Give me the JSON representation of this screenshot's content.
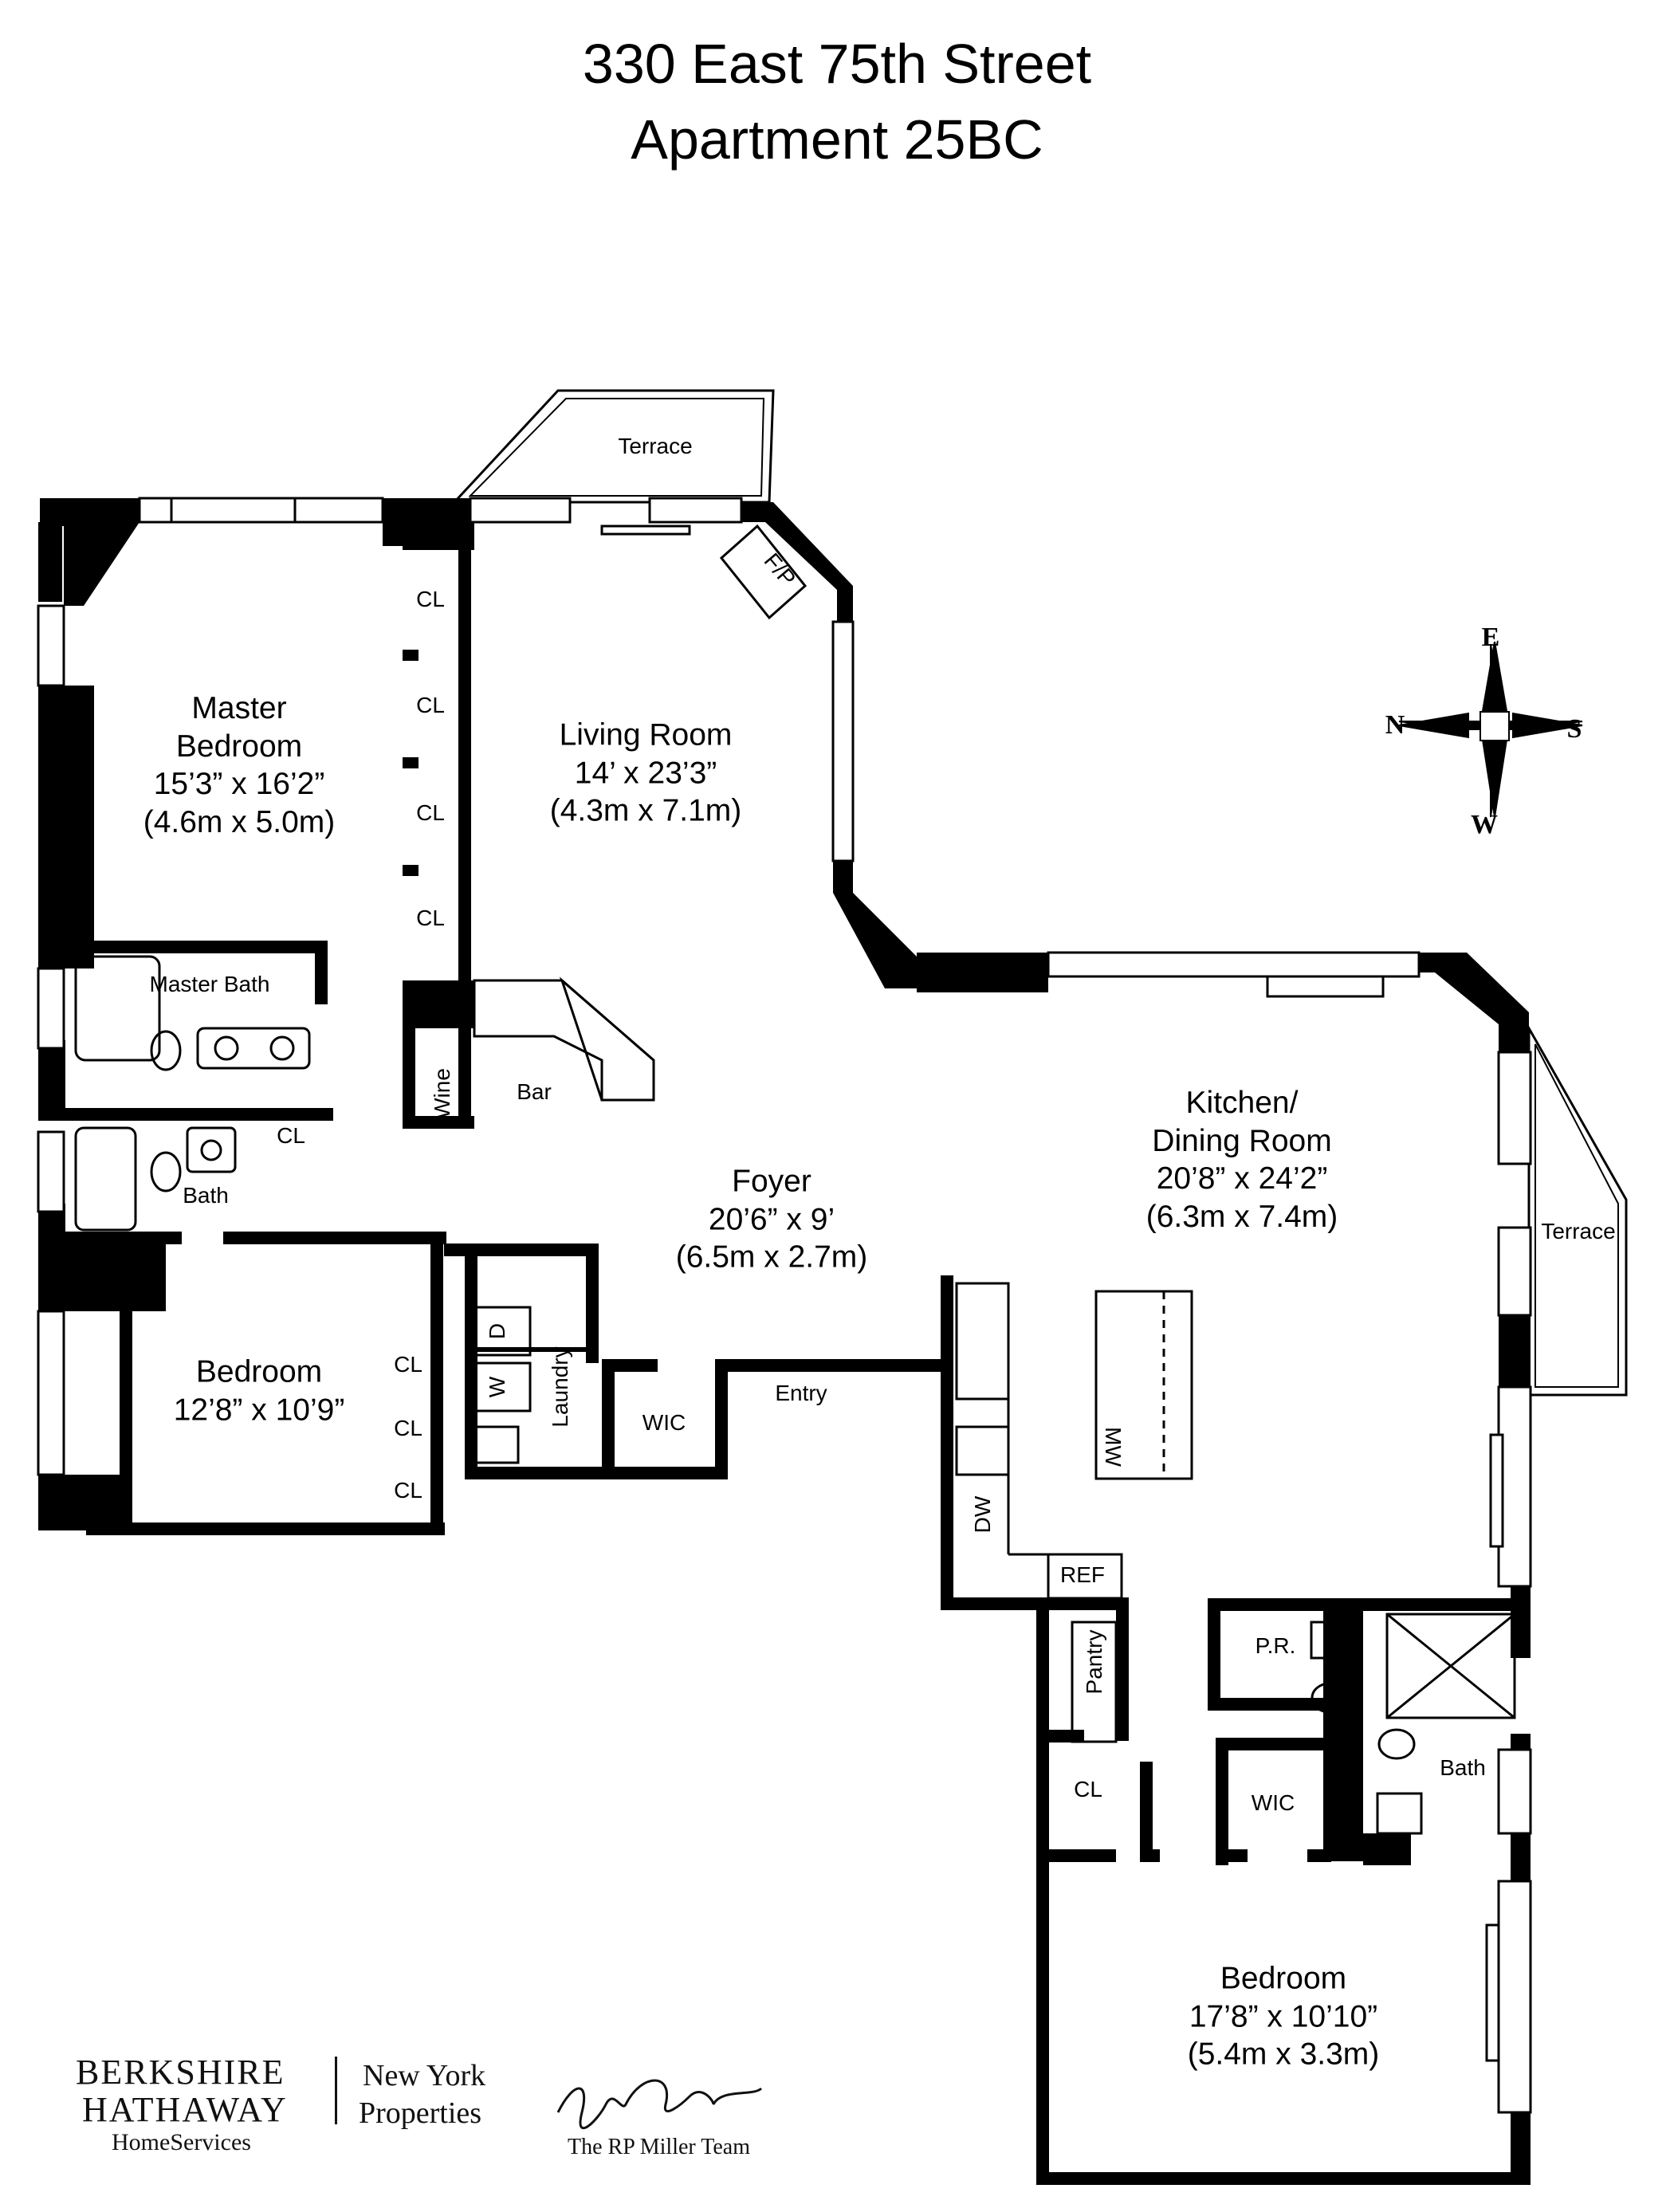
{
  "header": {
    "address": "330 East 75th Street",
    "unit": "Apartment 25BC"
  },
  "rooms": {
    "master_bedroom": {
      "name_line1": "Master",
      "name_line2": "Bedroom",
      "dim_imperial": "15’3” x 16’2”",
      "dim_metric": "(4.6m x 5.0m)"
    },
    "living_room": {
      "name": "Living Room",
      "dim_imperial": "14’ x 23’3”",
      "dim_metric": "(4.3m x 7.1m)"
    },
    "kitchen_dining": {
      "name_line1": "Kitchen/",
      "name_line2": "Dining Room",
      "dim_imperial": "20’8” x 24’2”",
      "dim_metric": "(6.3m x 7.4m)"
    },
    "foyer": {
      "name": "Foyer",
      "dim_imperial": "20’6” x 9’",
      "dim_metric": "(6.5m x 2.7m)"
    },
    "bedroom_2": {
      "name": "Bedroom",
      "dim_imperial": "12’8” x 10’9”"
    },
    "bedroom_3": {
      "name": "Bedroom",
      "dim_imperial": "17’8” x 10’10”",
      "dim_metric": "(5.4m x 3.3m)"
    }
  },
  "small_labels": {
    "terrace_top": "Terrace",
    "terrace_right": "Terrace",
    "fireplace": "F/P",
    "closet": "CL",
    "master_bath": "Master Bath",
    "bath": "Bath",
    "bath_2": "Bath",
    "bar": "Bar",
    "wine": "Wine",
    "laundry": "Laundry",
    "dryer": "D",
    "washer": "W",
    "wic": "WIC",
    "entry": "Entry",
    "dishwasher": "DW",
    "microwave": "MW",
    "refrigerator": "REF",
    "pantry": "Pantry",
    "powder_room": "P.R."
  },
  "compass": {
    "north": "N",
    "south": "S",
    "east": "E",
    "west": "W"
  },
  "branding": {
    "company_line1": "BERKSHIRE",
    "company_line2": "HATHAWAY",
    "company_line3": "HomeServices",
    "division_line1": "New York",
    "division_line2": "Properties",
    "team": "The RP Miller Team"
  },
  "colors": {
    "wall": "#000000",
    "window": "#ffffff",
    "background": "#ffffff"
  }
}
